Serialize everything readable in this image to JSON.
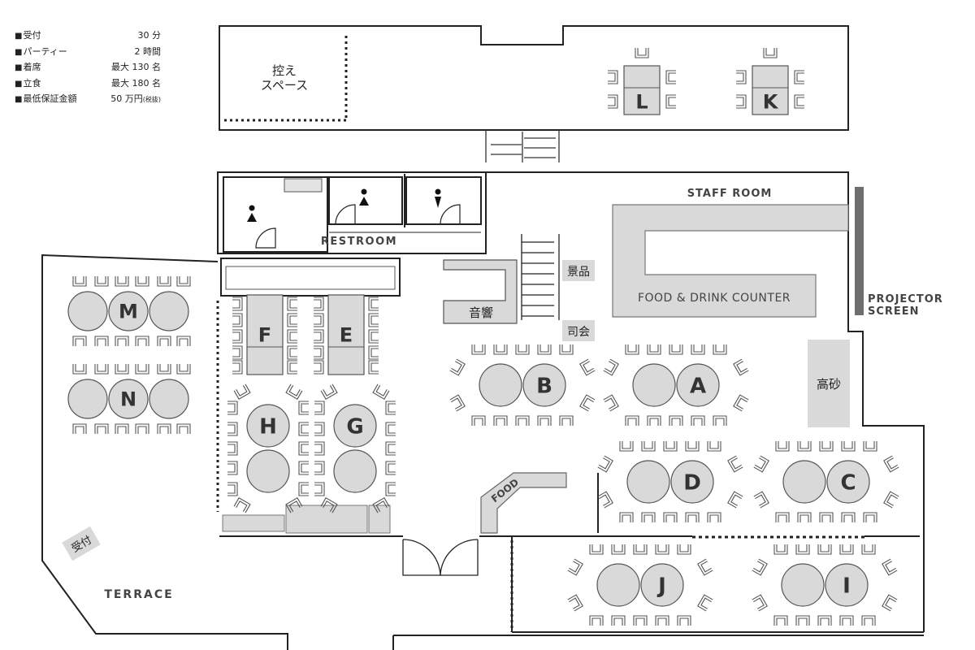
{
  "info": [
    {
      "label": "受付",
      "value": "30 分"
    },
    {
      "label": "パーティー",
      "value": "2 時間"
    },
    {
      "label": "着席",
      "value": "最大 130 名"
    },
    {
      "label": "立食",
      "value": "最大 180 名"
    },
    {
      "label": "最低保証金額",
      "value": "50 万円",
      "note": "(税抜)"
    }
  ],
  "labels": {
    "waiting_space_line1": "控え",
    "waiting_space_line2": "スペース",
    "restroom": "RESTROOM",
    "staff_room": "STAFF ROOM",
    "food_drink_counter": "FOOD & DRINK COUNTER",
    "projector_line1": "PROJECTOR",
    "projector_line2": "SCREEN",
    "prizes": "景品",
    "mc": "司会",
    "sound": "音響",
    "head_table": "高砂",
    "food": "FOOD",
    "reception": "受付",
    "terrace": "TERRACE"
  },
  "tables": {
    "A": "A",
    "B": "B",
    "C": "C",
    "D": "D",
    "E": "E",
    "F": "F",
    "G": "G",
    "H": "H",
    "I": "I",
    "J": "J",
    "K": "K",
    "L": "L",
    "M": "M",
    "N": "N"
  },
  "colors": {
    "wall": "#222222",
    "fill": "#d9d9d9",
    "chair": "#555555",
    "screen": "#6e6e6e"
  }
}
